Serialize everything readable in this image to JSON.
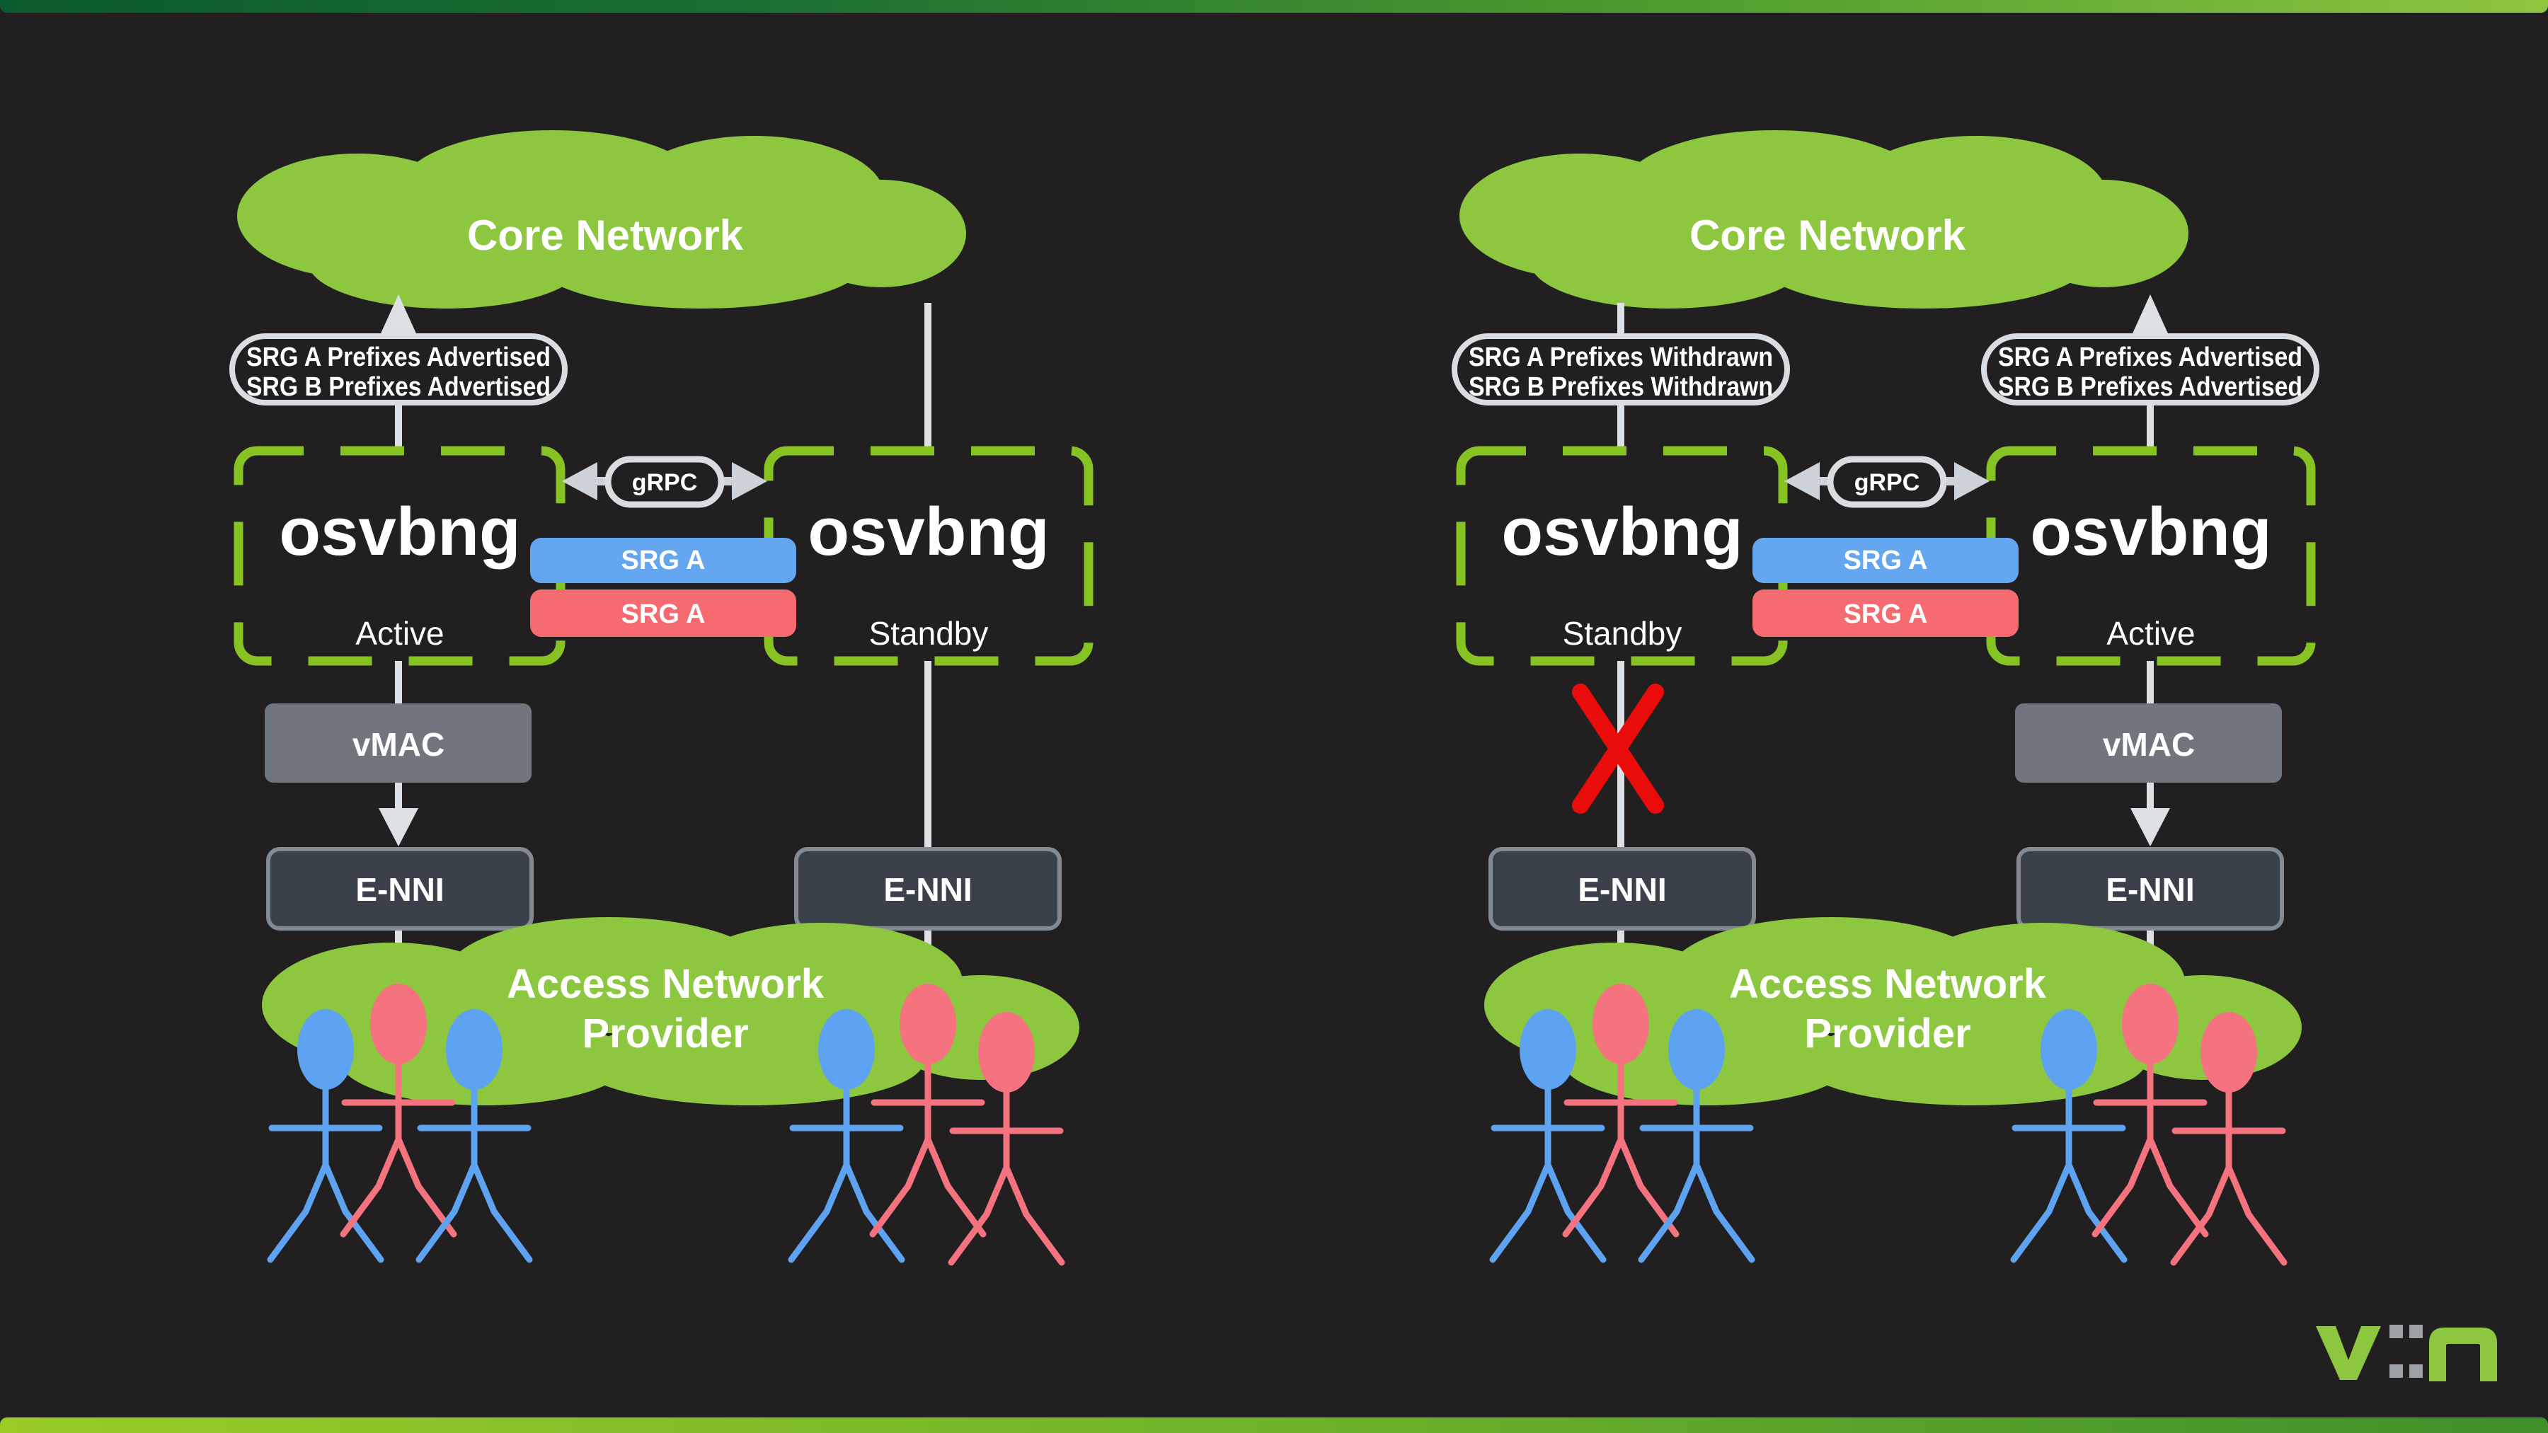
{
  "logo": {
    "text": "v::n"
  },
  "colors": {
    "background": "#211F1F",
    "brand_green": "#8DC63F",
    "dash_green": "#86C222",
    "topbar_gradient_left": "#0B5B2E",
    "topbar_gradient_right": "#8DC63F",
    "srg_blue": "#64A7F0",
    "srg_red": "#F56B70",
    "person_blue": "#5EA2F2",
    "person_red": "#F4737E",
    "connector_gray": "#DDE1E6",
    "box_gray": "#70757E",
    "enni_fill": "#3A414B",
    "enni_border": "#848A94",
    "fail_red": "#EA0B0B",
    "text_white": "#FFFFFF"
  },
  "panels": [
    {
      "core_cloud": "Core Network",
      "branch_label": {
        "line1": "SRG A Prefixes Advertised",
        "line2": "SRG B Prefixes Advertised"
      },
      "node_left": {
        "title": "osvbng",
        "role": "Active"
      },
      "node_right": {
        "title": "osvbng",
        "role": "Standby"
      },
      "grpc_label": "gRPC",
      "srg_top": "SRG A",
      "srg_bottom": "SRG A",
      "vmac_label": "vMAC",
      "enni_left": "E-NNI",
      "enni_right": "E-NNI",
      "access_cloud": {
        "line1": "Access Network",
        "line2": "Provider"
      }
    },
    {
      "core_cloud": "Core Network",
      "withdraw_label": {
        "line1": "SRG A Prefixes Withdrawn",
        "line2": "SRG B Prefixes Withdrawn"
      },
      "advert_label": {
        "line1": "SRG A Prefixes Advertised",
        "line2": "SRG B Prefixes Advertised"
      },
      "node_left": {
        "title": "osvbng",
        "role": "Standby"
      },
      "node_right": {
        "title": "osvbng",
        "role": "Active"
      },
      "grpc_label": "gRPC",
      "srg_top": "SRG A",
      "srg_bottom": "SRG A",
      "vmac_label": "vMAC",
      "enni_left": "E-NNI",
      "enni_right": "E-NNI",
      "access_cloud": {
        "line1": "Access Network",
        "line2": "Provider"
      }
    }
  ]
}
